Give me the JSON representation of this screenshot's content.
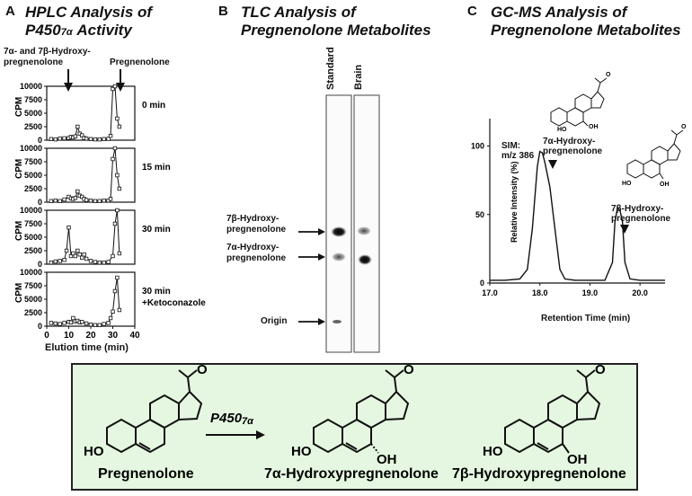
{
  "panelA": {
    "letter": "A",
    "title_line1": "HPLC Analysis of",
    "title_line2": "P450",
    "title_sub": "7α",
    "title_line2_tail": " Activity",
    "annot_left": [
      "7α- and 7β-Hydroxy-",
      "pregnenolone"
    ],
    "annot_right": "Pregnenolone",
    "ylabel": "CPM",
    "xlabel": "Elution time (min)",
    "yticks": [
      "10000",
      "7500",
      "5000",
      "2500",
      "0"
    ],
    "xticks": [
      "0",
      "10",
      "20",
      "30",
      "40"
    ],
    "subplots": [
      {
        "label": "0 min",
        "label2": ""
      },
      {
        "label": "15 min",
        "label2": ""
      },
      {
        "label": "30 min",
        "label2": ""
      },
      {
        "label": "30 min",
        "label2": "+Ketoconazole"
      }
    ]
  },
  "panelB": {
    "letter": "B",
    "title_line1": "TLC Analysis of",
    "title_line2": "Pregnenolone Metabolites",
    "lane1": "Standard",
    "lane2": "Brain",
    "label_7b": [
      "7β-Hydroxy-",
      "pregnenolone"
    ],
    "label_7a": [
      "7α-Hydroxy-",
      "pregnenolone"
    ],
    "label_origin": "Origin"
  },
  "panelC": {
    "letter": "C",
    "title_line1": "GC-MS Analysis of",
    "title_line2": "Pregnenolone Metabolites",
    "sim": [
      "SIM:",
      "m/z 386"
    ],
    "peak1": [
      "7α-Hydroxy-",
      "pregnenolone"
    ],
    "peak2": [
      "7β-Hydroxy-",
      "pregnenolone"
    ],
    "ylabel": "Relative Intensity (%)",
    "xlabel": "Retention Time (min)",
    "yticks": [
      "100",
      "50",
      "0"
    ],
    "xticks": [
      "17.0",
      "18.0",
      "19.0",
      "20.0"
    ]
  },
  "scheme": {
    "enzyme": "P450",
    "enzyme_sub": "7α",
    "ho": "HO",
    "oh": "OH",
    "o": "O",
    "compound1": "Pregnenolone",
    "compound2": "7α-Hydroxypregnenolone",
    "compound3": "7β-Hydroxypregnenolone"
  },
  "chart_data": [
    {
      "type": "line",
      "panel": "A",
      "title": "HPLC Analysis of P450 7α Activity",
      "xlabel": "Elution time (min)",
      "ylabel": "CPM",
      "xlim": [
        0,
        40
      ],
      "ylim": [
        0,
        10000
      ],
      "series": [
        {
          "name": "0 min",
          "x": [
            2,
            4,
            6,
            8,
            10,
            11,
            12,
            13,
            14,
            15,
            16,
            17,
            18,
            20,
            22,
            24,
            26,
            28,
            29,
            30,
            31,
            32,
            33
          ],
          "y": [
            200,
            150,
            300,
            350,
            400,
            600,
            500,
            700,
            2500,
            1200,
            900,
            400,
            300,
            200,
            150,
            150,
            200,
            250,
            800,
            9500,
            10000,
            4000,
            2500
          ]
        },
        {
          "name": "15 min",
          "x": [
            2,
            4,
            6,
            8,
            10,
            11,
            12,
            13,
            14,
            15,
            16,
            17,
            18,
            20,
            22,
            24,
            26,
            28,
            29,
            30,
            31,
            32,
            33
          ],
          "y": [
            200,
            300,
            200,
            500,
            1000,
            700,
            600,
            800,
            2000,
            1200,
            1000,
            600,
            400,
            300,
            200,
            200,
            300,
            300,
            600,
            8000,
            10000,
            5000,
            2500
          ]
        },
        {
          "name": "30 min",
          "x": [
            2,
            4,
            6,
            8,
            9,
            10,
            11,
            12,
            13,
            14,
            15,
            16,
            17,
            18,
            20,
            22,
            24,
            26,
            28,
            30,
            31,
            32,
            33
          ],
          "y": [
            300,
            500,
            600,
            800,
            2500,
            6800,
            1500,
            2000,
            1500,
            2500,
            1800,
            1200,
            1800,
            1000,
            600,
            400,
            300,
            300,
            400,
            1500,
            7500,
            10000,
            2000
          ]
        },
        {
          "name": "30 min +Ketoconazole",
          "x": [
            2,
            4,
            6,
            8,
            10,
            11,
            12,
            13,
            14,
            15,
            16,
            18,
            20,
            22,
            24,
            26,
            28,
            29,
            30,
            31,
            32,
            33
          ],
          "y": [
            600,
            500,
            400,
            600,
            800,
            700,
            1500,
            900,
            1000,
            700,
            800,
            500,
            300,
            200,
            200,
            400,
            600,
            1500,
            2700,
            6500,
            9000,
            3000
          ]
        }
      ]
    },
    {
      "type": "line",
      "panel": "C",
      "title": "GC-MS Analysis of Pregnenolone Metabolites",
      "xlabel": "Retention Time (min)",
      "ylabel": "Relative Intensity (%)",
      "xlim": [
        17.0,
        20.5
      ],
      "ylim": [
        0,
        120
      ],
      "series": [
        {
          "x": [
            17.0,
            17.3,
            17.6,
            17.75,
            17.85,
            17.95,
            18.0,
            18.05,
            18.1,
            18.2,
            18.3,
            18.4,
            18.5,
            18.7,
            19.0,
            19.3,
            19.45,
            19.5,
            19.55,
            19.6,
            19.65,
            19.7,
            19.8,
            20.0,
            20.5
          ],
          "y": [
            2,
            2,
            3,
            10,
            40,
            85,
            96,
            95,
            88,
            70,
            40,
            10,
            3,
            2,
            2,
            2,
            15,
            45,
            55,
            53,
            45,
            15,
            3,
            2,
            2
          ]
        }
      ]
    }
  ]
}
